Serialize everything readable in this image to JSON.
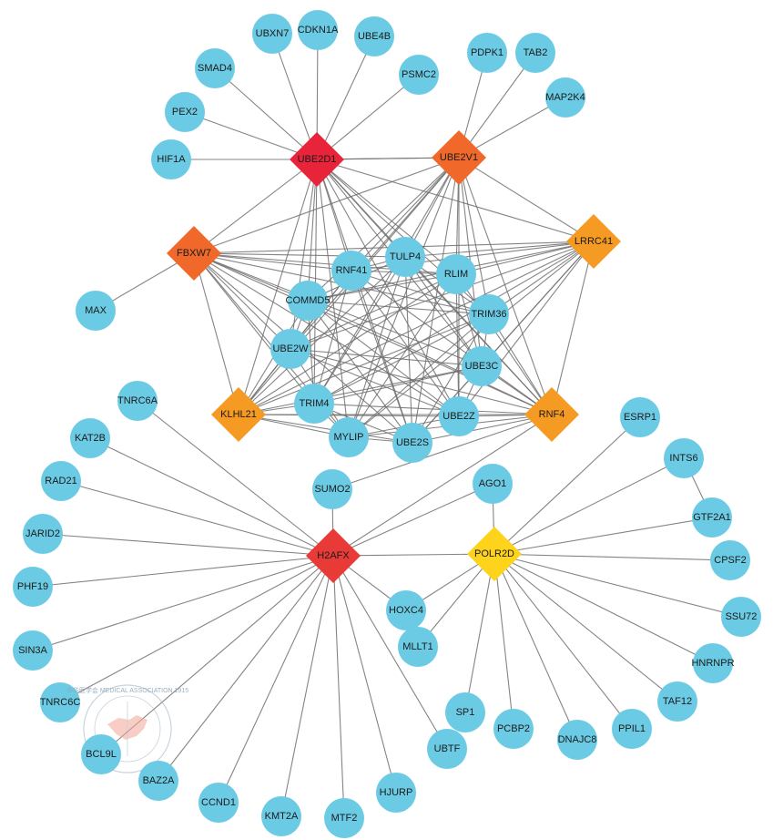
{
  "colors": {
    "leaf": "#6ccbe4",
    "hub_red": "#e8243a",
    "hub_red2": "#e83a36",
    "hub_orange_dark": "#f0682a",
    "hub_orange": "#f59a22",
    "hub_yellow": "#fdd31c",
    "edge": "#6f6f6f"
  },
  "hubs": [
    {
      "id": "UBE2D1",
      "color": "hub_red"
    },
    {
      "id": "UBE2V1",
      "color": "hub_orange_dark"
    },
    {
      "id": "FBXW7",
      "color": "hub_orange_dark"
    },
    {
      "id": "LRRC41",
      "color": "hub_orange"
    },
    {
      "id": "KLHL21",
      "color": "hub_orange"
    },
    {
      "id": "RNF4",
      "color": "hub_orange"
    },
    {
      "id": "H2AFX",
      "color": "hub_red2"
    },
    {
      "id": "POLR2D",
      "color": "hub_yellow"
    }
  ],
  "core_nodes": [
    "RNF41",
    "TULP4",
    "RLIM",
    "COMMD5",
    "TRIM36",
    "UBE2W",
    "UBE3C",
    "TRIM4",
    "UBE2Z",
    "MYLIP",
    "UBE2S"
  ],
  "leaves": {
    "UBE2D1": [
      "HIF1A",
      "PEX2",
      "SMAD4",
      "UBXN7",
      "CDKN1A",
      "UBE4B",
      "PSMC2"
    ],
    "UBE2V1": [
      "PDPK1",
      "TAB2",
      "MAP2K4"
    ],
    "FBXW7": [
      "MAX"
    ],
    "H2AFX": [
      "TNRC6A",
      "KAT2B",
      "RAD21",
      "JARID2",
      "PHF19",
      "SIN3A",
      "TNRC6C",
      "BCL9L",
      "BAZ2A",
      "CCND1",
      "KMT2A",
      "MTF2",
      "HJURP",
      "UBTF"
    ],
    "POLR2D": [
      "ESRP1",
      "INTS6",
      "GTF2A1",
      "CPSF2",
      "SSU72",
      "HNRNPR",
      "TAF12",
      "PPIL1",
      "DNAJC8",
      "PCBP2",
      "SP1",
      "MLLT1"
    ]
  },
  "shared_nodes": [
    "SUMO2",
    "AGO1",
    "HOXC4"
  ],
  "extra_edges": [
    [
      "SUMO2",
      "H2AFX"
    ],
    [
      "SUMO2",
      "RNF4"
    ],
    [
      "H2AFX",
      "RNF4"
    ],
    [
      "AGO1",
      "H2AFX"
    ],
    [
      "AGO1",
      "POLR2D"
    ],
    [
      "H2AFX",
      "POLR2D"
    ],
    [
      "HOXC4",
      "H2AFX"
    ],
    [
      "HOXC4",
      "POLR2D"
    ],
    [
      "INTS6",
      "GTF2A1"
    ],
    [
      "UBE2D1",
      "UBE2V1"
    ]
  ],
  "watermark": {
    "text": "中华医学会 MEDICAL ASSOCIATION 1915"
  }
}
